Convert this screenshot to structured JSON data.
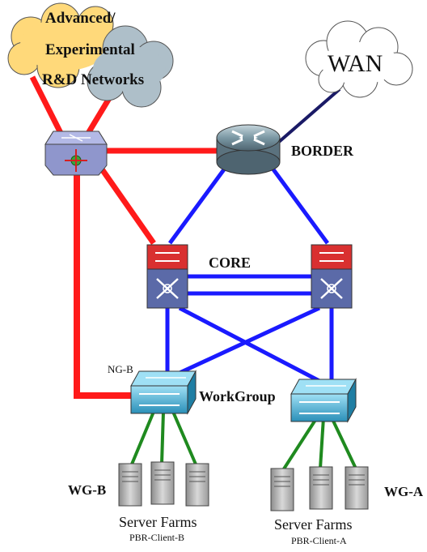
{
  "clouds": {
    "research": [
      "Advanced/",
      "Experimental",
      "R&D Networks"
    ],
    "wan": "WAN"
  },
  "labels": {
    "border": "BORDER",
    "core": "CORE",
    "workgroup": "WorkGroup",
    "ng_b": "NG-B",
    "wg_b": "WG-B",
    "wg_a": "WG-A",
    "server_farms_left": "Server Farms",
    "server_farms_right": "Server Farms",
    "pbr_client_b": "PBR-Client-B",
    "pbr_client_a": "PBR-Client-A"
  },
  "colors": {
    "red_link": "#ff1a1a",
    "blue_link": "#1a1aff",
    "navy_link": "#1a1a66",
    "green_link": "#1f8a1f",
    "cloud_yellow": "#ffd97a",
    "cloud_gray": "#aebfc9",
    "core_red": "#d93030",
    "switch_blue": "#5b6aa8",
    "wg_cyan": "#3fb6e0"
  }
}
